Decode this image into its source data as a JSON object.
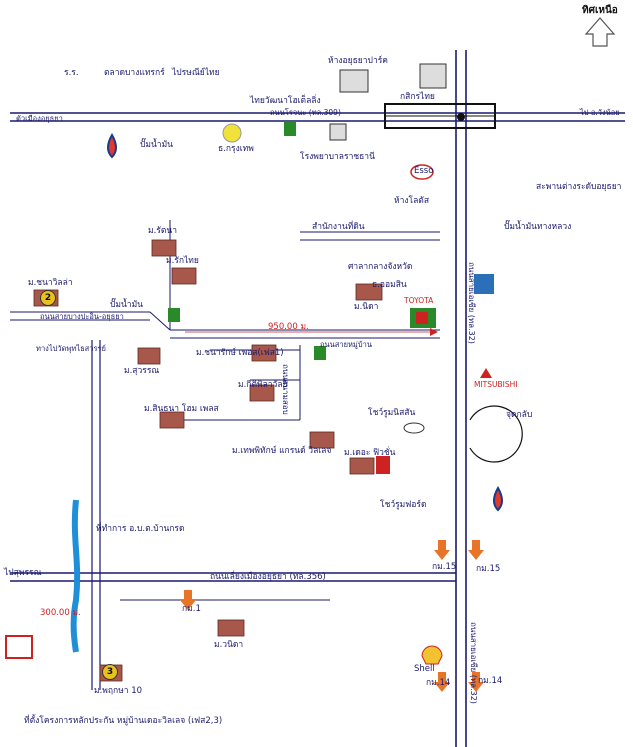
{
  "compass": {
    "north_label": "ทิศเหนือ"
  },
  "roads": {
    "asian_highway": "ถนนสายเอเซีย (ทล.32)",
    "rojana": "ถนนโรจนะ (ทล.309)",
    "bypass": "ถนนเลี่ยงเมืองอยุธยา (ทล.356)",
    "soi_moo_ban": "ถนนสายหมู่บ้าน",
    "bang_pa_in": "ถนนสายบางปะอิน-อยุธยา",
    "sanan_sop": "ถนนสนามสอบ",
    "to_wat_yai": "ทางไปวัดพุทไธสวรรย์"
  },
  "directions": {
    "to_ayutthaya_center": "ตัวเมืองอยุธยา",
    "to_wang_noi": "ไป อ.วังน้อย",
    "to_suphan": "ไปสุพรรณ",
    "overpass": "สะพานต่างระดับอยุธยา",
    "junction": "จุดกลับ"
  },
  "landmarks": {
    "post_office": "ไปรษณีย์ไทย",
    "ksb": "กสิกรไทย",
    "bank": "ธ.กรุงเทพ",
    "school": "ร.ร.",
    "market": "ตลาดบางแทรกร์",
    "gas_station": "ปั๊มน้ำมัน",
    "hospital": "โรงพยาบาลราชธานี",
    "mall": "ห้างอยุธยาปาร์ค",
    "hotel": "ไทยวัฒนาโฮเต็ลลิ่ง",
    "lotus": "ห้างโลตัส",
    "esso": "Esso",
    "land_office": "สำนักงานที่ดิน",
    "gas_station_right": "ปั๊มน้ำมันทางหลวง",
    "court": "ศาลากลางจังหวัด",
    "bank2": "ธ.ออมสิน",
    "toyota": "TOYOTA",
    "nissan": "โชว์รูมนิสสัน",
    "isuzu": "โชว์รูมฟอร์ด",
    "mitsubishi": "MITSUBISHI",
    "shell": "Shell",
    "school_ayut": "ที่ทำการ อ.บ.ต.บ้านกรด",
    "distance": "950.00 ม.",
    "distance2": "300.00 ม."
  },
  "villages": {
    "rat_ni": "ม.รัตนา",
    "rat_thai": "ม.รักไทย",
    "wilai": "ม.ชนาวิลล่า",
    "phet": "ม.นิดา",
    "suwan": "ม.สุวรรณ",
    "kanda": "ม.ชนารักษ์ เพอส(เฟส1)",
    "wilairat": "ม.กิติพิลาวัลย์",
    "saeng": "ม.สินธนา โฮม เพลส",
    "hill": "ม.เทพพิทักษ์ แกรนด์ วิลเลจ",
    "dusit": "ม.เดอะ ฟิวชั่น",
    "wanlapha": "ม.วนิดา",
    "lalin": "ม.พฤกษา 10",
    "project": "ที่ตั้งโครงการหลักประกัน หมู่บ้านเดอะวิลเลจ (เฟส2,3)"
  },
  "km_markers": [
    "กม.15",
    "กม.15",
    "กม.14",
    "กม.14",
    "กม.1"
  ],
  "project_badges": [
    "2",
    "3"
  ],
  "colors": {
    "road": "#1a1a6e",
    "accent_red": "#cc2222",
    "river": "#1f8fd8",
    "marker_orange": "#e8742a"
  }
}
